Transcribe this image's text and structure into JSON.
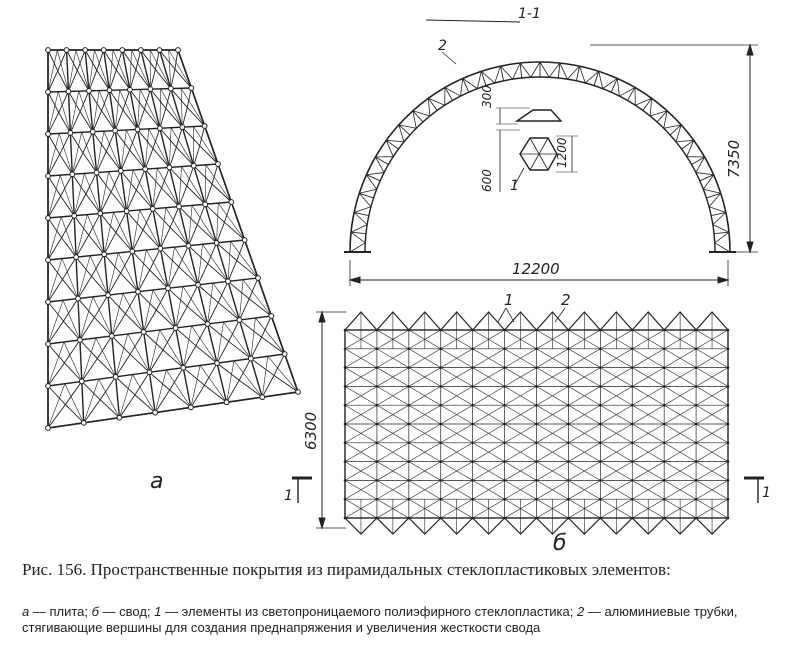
{
  "figure": {
    "panel_a_label": "а",
    "panel_b_label": "б",
    "section_label": "1-1",
    "section_marker_left": "1",
    "section_marker_right": "1",
    "callouts": {
      "arch_element_2": "2",
      "pyramid_element_1": "1",
      "plan_element_1": "1",
      "plan_element_2": "2"
    },
    "dimensions": {
      "span": "12200",
      "height": "7350",
      "plan_width": "6300",
      "pyramid_height": "300",
      "pyramid_total": "600",
      "pyramid_base": "1200"
    }
  },
  "caption": {
    "title": "Рис. 156. Пространственные покрытия из пирамидальных стеклопластиковых элементов:",
    "legend_a_key": "а",
    "legend_a_text": " — плита; ",
    "legend_b_key": "б",
    "legend_b_text": " — свод; ",
    "legend_1_key": "1",
    "legend_1_text": " — элементы из светопроницаемого полиэфирного стеклопластика; ",
    "legend_2_key": "2",
    "legend_2_text": " — алюминиевые трубки, стягивающие вершины для создания преднапряжения и увеличения жесткости свода"
  },
  "colors": {
    "ink": "#222222",
    "paper": "#ffffff"
  }
}
